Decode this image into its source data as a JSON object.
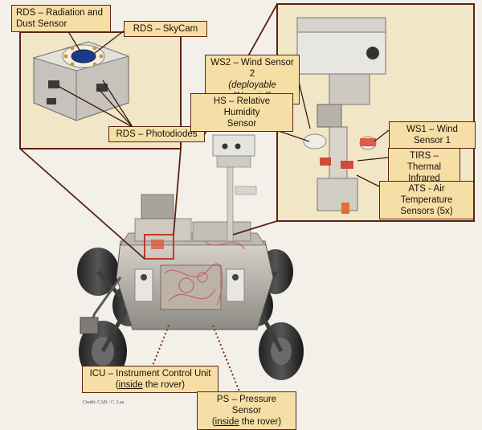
{
  "labels": {
    "rds_sensor": {
      "line1": "RDS – Radiation and",
      "line2": "Dust Sensor"
    },
    "rds_skycam": {
      "line1": "RDS – SkyCam"
    },
    "rds_photodiodes": {
      "line1": "RDS – Photodiodes"
    },
    "ws2": {
      "line1": "WS2 – Wind Sensor 2",
      "line2": "(deployable \"Navaja\")"
    },
    "hs": {
      "line1": "HS – Relative Humidity",
      "line2": "Sensor"
    },
    "ws1": {
      "line1": "WS1 – Wind Sensor 1"
    },
    "tirs": {
      "line1": "TIRS – Thermal",
      "line2": "Infrared Sensor"
    },
    "ats": {
      "line1": "ATS - Air Temperature",
      "line2": "Sensors (5x)"
    },
    "icu": {
      "line1": "ICU – Instrument Control Unit",
      "line2_pre": "(",
      "line2_ul": "inside",
      "line2_post": " the rover)"
    },
    "ps": {
      "line1": "PS – Pressure Sensor",
      "line2_pre": "(",
      "line2_ul": "inside",
      "line2_post": " the rover)"
    }
  },
  "credit": "Credit: CAB / C. Lau",
  "colors": {
    "frame": "#5a2412",
    "label_fill": "#f6dfa6",
    "inset_fill": "#f1e6c6",
    "pointer": "#3a1a0e",
    "highlight": "#c0392b",
    "dotted": "#7a2a1a"
  }
}
